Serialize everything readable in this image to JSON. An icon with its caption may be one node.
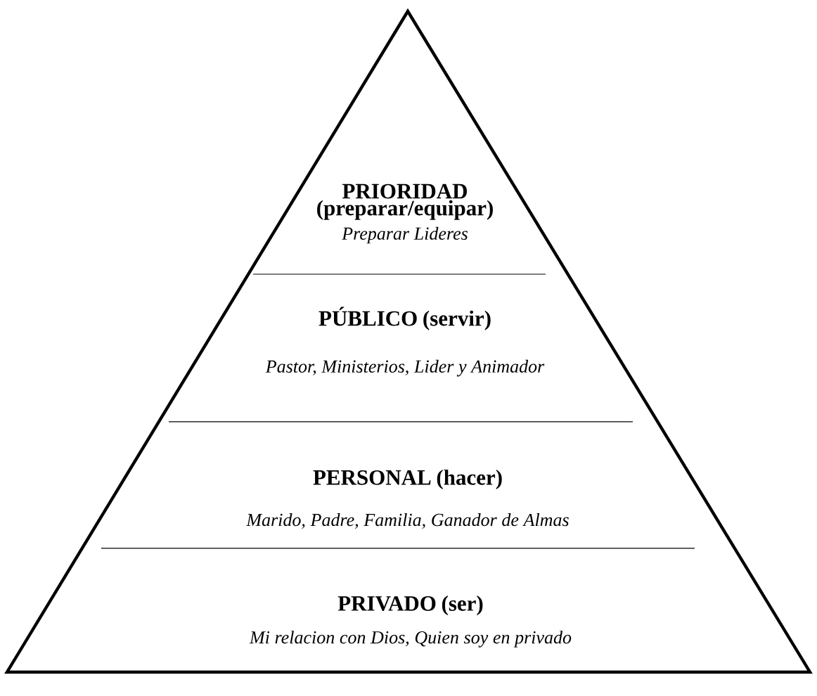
{
  "diagram": {
    "nodes": [
      {
        "text": [
          "PRIORIDAD (preparar/equipar)",
          "Preparar Lideres"
        ]
      },
      {
        "text": [
          "PÚBLICO (servir)",
          "Pastor, Ministerios, Lider y Animador"
        ]
      },
      {
        "text": [
          "PERSONAL (hacer)",
          "Marido, Padre, Familia, Ganador de Almas"
        ]
      },
      {
        "text": [
          "PRIVADO  (ser)",
          "Mi relacion con Dios, Quien soy en privado"
        ]
      }
    ]
  }
}
